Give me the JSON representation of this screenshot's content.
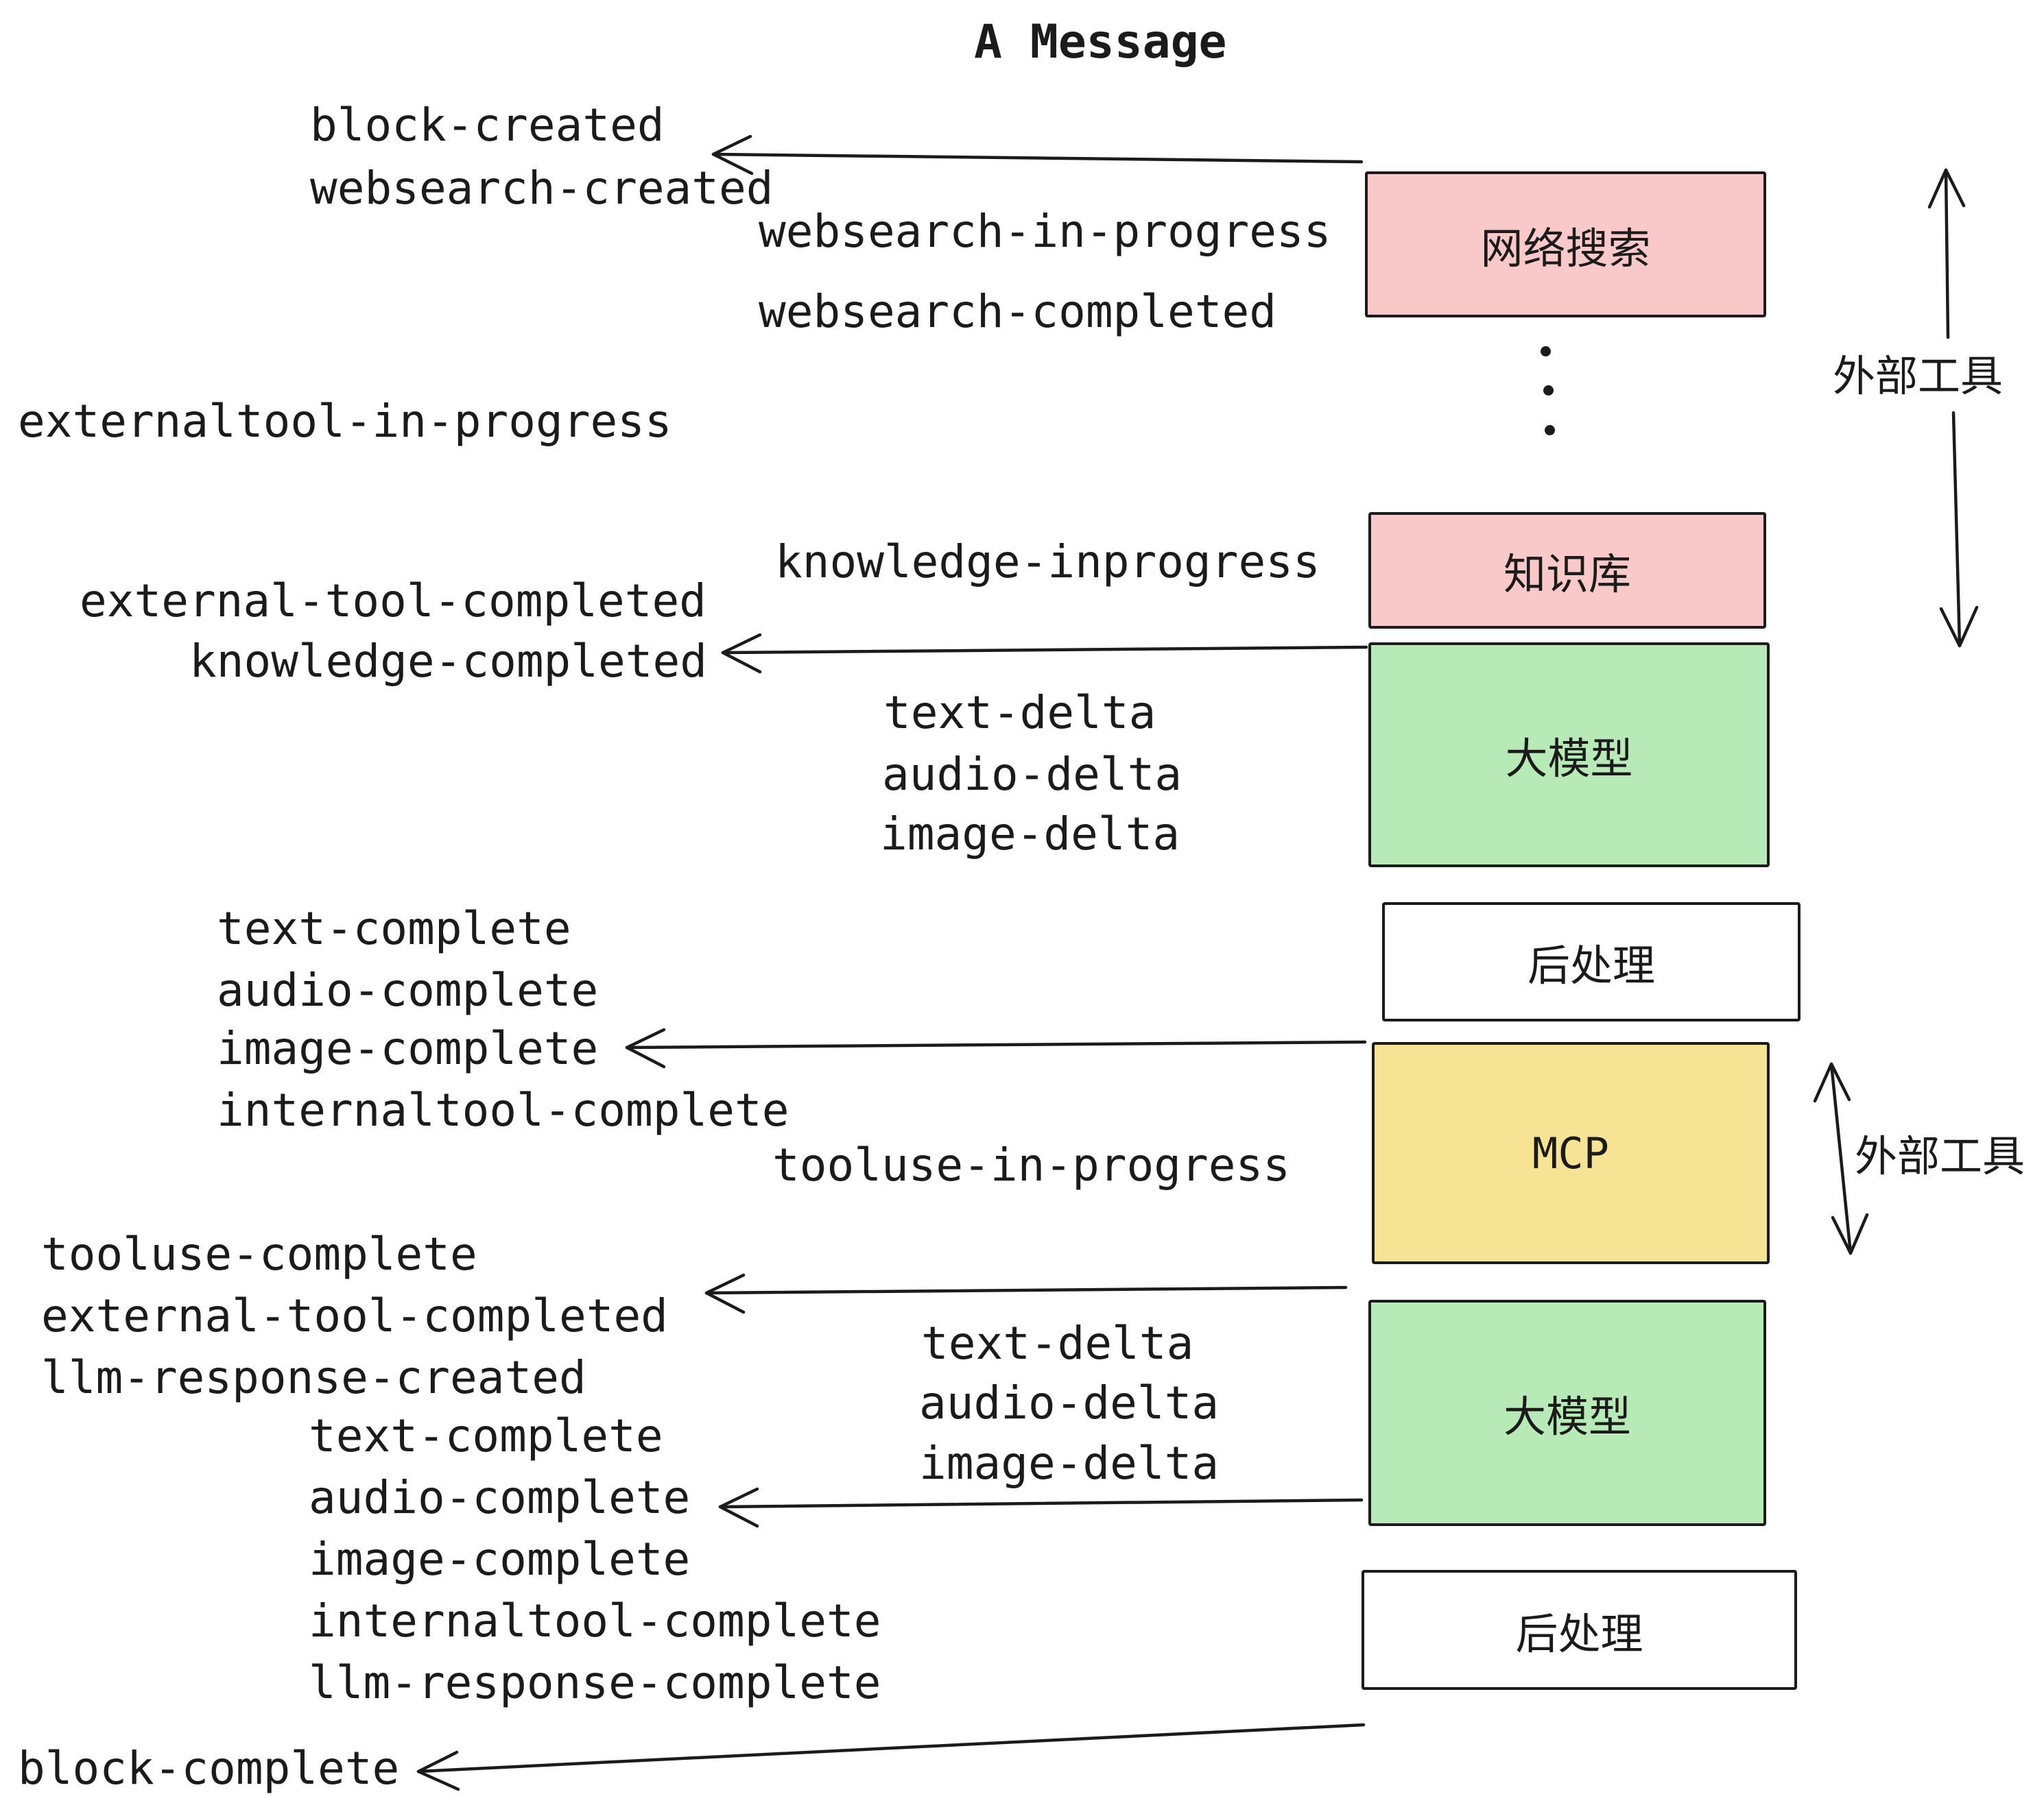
{
  "title": "A Message",
  "events": [
    {
      "id": "block-created",
      "text": "block-created"
    },
    {
      "id": "websearch-created",
      "text": "websearch-created"
    },
    {
      "id": "websearch-in-progress",
      "text": "websearch-in-progress"
    },
    {
      "id": "websearch-completed",
      "text": "websearch-completed"
    },
    {
      "id": "externaltool-in-progress",
      "text": "externaltool-in-progress"
    },
    {
      "id": "knowledge-inprogress",
      "text": "knowledge-inprogress"
    },
    {
      "id": "external-tool-completed-1",
      "text": "external-tool-completed"
    },
    {
      "id": "knowledge-completed",
      "text": "knowledge-completed"
    },
    {
      "id": "text-delta-1",
      "text": "text-delta"
    },
    {
      "id": "audio-delta-1",
      "text": "audio-delta"
    },
    {
      "id": "image-delta-1",
      "text": "image-delta"
    },
    {
      "id": "text-complete-1",
      "text": "text-complete"
    },
    {
      "id": "audio-complete-1",
      "text": "audio-complete"
    },
    {
      "id": "image-complete-1",
      "text": "image-complete"
    },
    {
      "id": "internaltool-complete-1",
      "text": "internaltool-complete"
    },
    {
      "id": "tooluse-in-progress",
      "text": "tooluse-in-progress"
    },
    {
      "id": "tooluse-complete",
      "text": "tooluse-complete"
    },
    {
      "id": "external-tool-completed-2",
      "text": "external-tool-completed"
    },
    {
      "id": "llm-response-created",
      "text": "llm-response-created"
    },
    {
      "id": "text-delta-2",
      "text": "text-delta"
    },
    {
      "id": "audio-delta-2",
      "text": "audio-delta"
    },
    {
      "id": "image-delta-2",
      "text": "image-delta"
    },
    {
      "id": "text-complete-2",
      "text": "text-complete"
    },
    {
      "id": "audio-complete-2",
      "text": "audio-complete"
    },
    {
      "id": "image-complete-2",
      "text": "image-complete"
    },
    {
      "id": "internaltool-complete-2",
      "text": "internaltool-complete"
    },
    {
      "id": "llm-response-complete",
      "text": "llm-response-complete"
    },
    {
      "id": "block-complete",
      "text": "block-complete"
    }
  ],
  "boxes": [
    {
      "id": "websearch",
      "label": "网络搜索",
      "color": "#f9c9c9"
    },
    {
      "id": "knowledge",
      "label": "知识库",
      "color": "#f9c9c9"
    },
    {
      "id": "llm-1",
      "label": "大模型",
      "color": "#b7eab6"
    },
    {
      "id": "post-1",
      "label": "后处理",
      "color": "#ffffff"
    },
    {
      "id": "mcp",
      "label": "MCP",
      "color": "#f7e394"
    },
    {
      "id": "llm-2",
      "label": "大模型",
      "color": "#b7eab6"
    },
    {
      "id": "post-2",
      "label": "后处理",
      "color": "#ffffff"
    }
  ],
  "annotations": [
    {
      "id": "external-tools-top",
      "text": "外部工具"
    },
    {
      "id": "external-tools-mcp",
      "text": "外部工具"
    }
  ],
  "colors": {
    "stroke": "#1b1b1b",
    "pink": "#f9c9c9",
    "green": "#b7eab6",
    "yellow": "#f7e394",
    "white": "#ffffff"
  }
}
